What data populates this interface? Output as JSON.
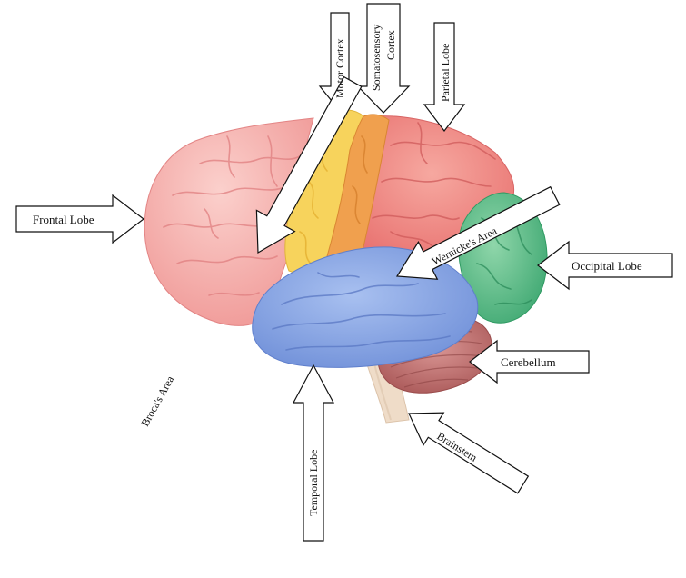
{
  "colors": {
    "frontal": "#f4a3a3",
    "parietal": "#ef8a8a",
    "motor": "#f7d35c",
    "somatosensory": "#f0a04e",
    "occipital": "#5fbf8a",
    "temporal": "#7f9fe0",
    "cerebellum": "#c0706f",
    "brainstem": "#efdcc8",
    "arrow_outline": "#111111"
  },
  "labels": {
    "frontal": "Frontal Lobe",
    "motor": "Motor Cortex",
    "somatosensory_1": "Somatosensory",
    "somatosensory_2": "Cortex",
    "parietal": "Parietal Lobe",
    "wernicke": "Wernicke's Area",
    "occipital": "Occipital Lobe",
    "cerebellum": "Cerebellum",
    "broca": "Broca's Area",
    "temporal": "Temporal Lobe",
    "brainstem": "Brainstem"
  }
}
